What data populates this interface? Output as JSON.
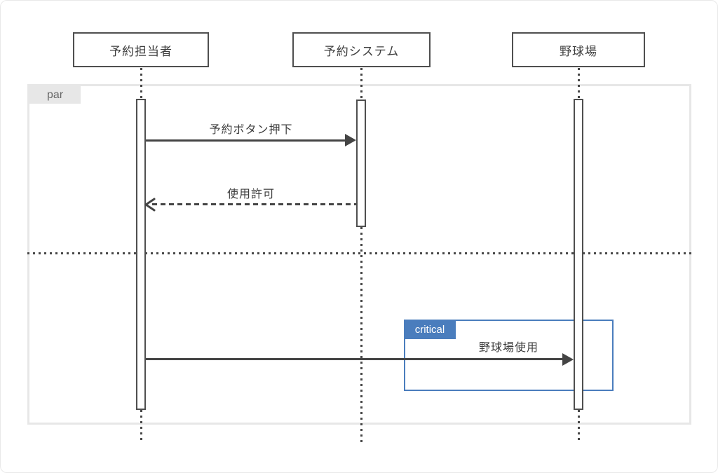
{
  "diagram": {
    "type": "uml-sequence",
    "participants": [
      {
        "name": "予約担当者"
      },
      {
        "name": "予約システム"
      },
      {
        "name": "野球場"
      }
    ],
    "fragments": [
      {
        "operator": "par"
      },
      {
        "operator": "critical"
      }
    ],
    "messages": [
      {
        "label": "予約ボタン押下",
        "from": "予約担当者",
        "to": "予約システム",
        "style": "solid-arrow"
      },
      {
        "label": "使用許可",
        "from": "予約システム",
        "to": "予約担当者",
        "style": "dashed-return"
      },
      {
        "label": "野球場使用",
        "from": "予約担当者",
        "to": "野球場",
        "style": "solid-arrow"
      }
    ],
    "colors": {
      "critical_accent": "#4a7dbd",
      "frame_border": "#e7e7e7",
      "par_label_bg": "#e7e7e7",
      "line": "#444444",
      "background": "#ffffff"
    }
  }
}
